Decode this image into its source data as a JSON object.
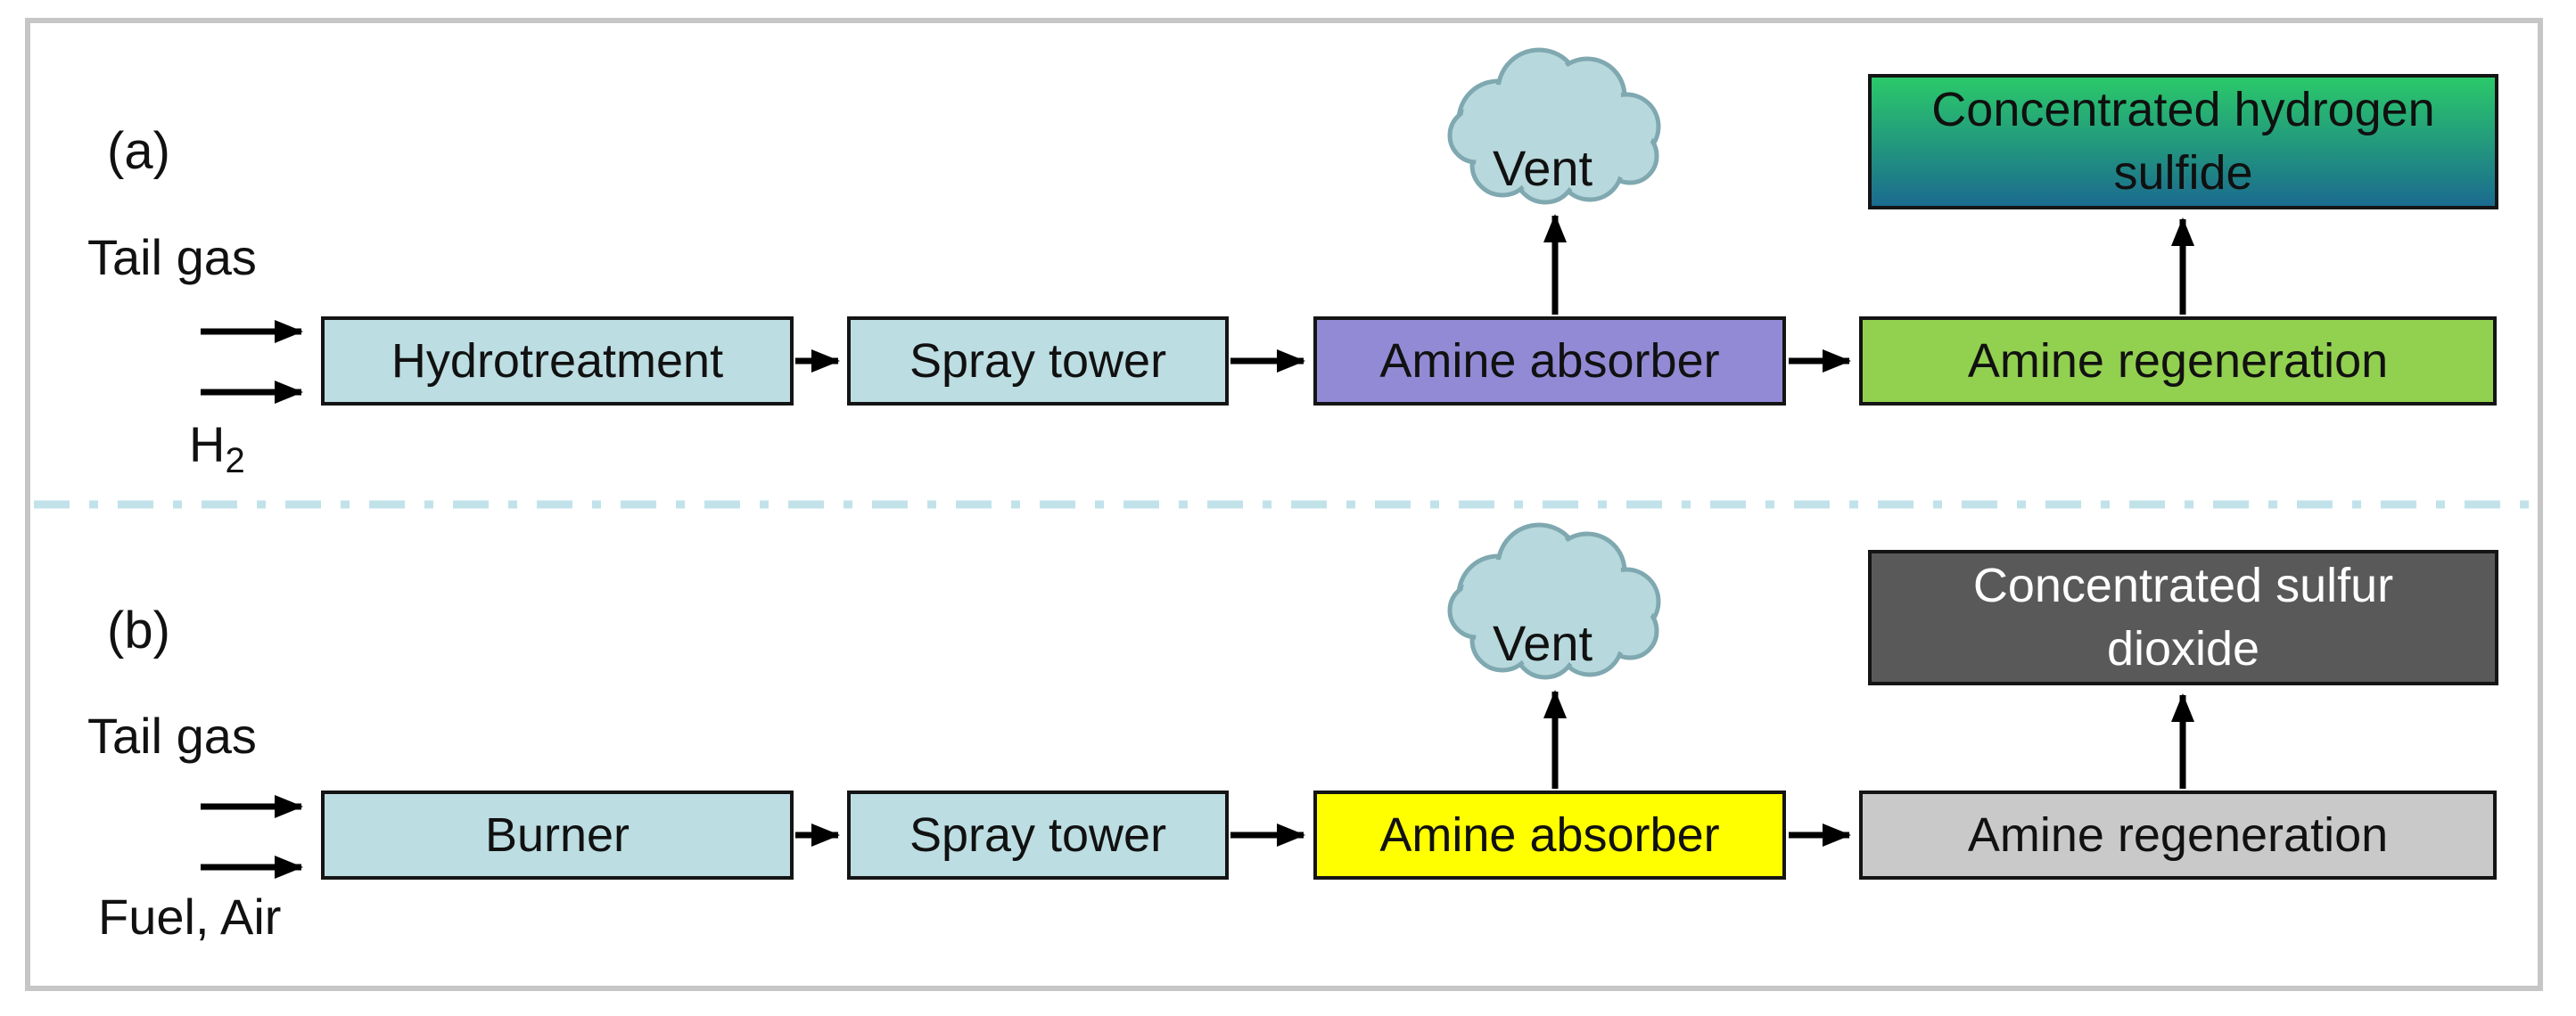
{
  "panel_a": {
    "label": "(a)",
    "input_top": "Tail gas",
    "input_bottom_base": "H",
    "input_bottom_sub": "2",
    "boxes": {
      "step1": "Hydrotreatment",
      "step2": "Spray tower",
      "step3": "Amine absorber",
      "step4": "Amine regeneration"
    },
    "vent": "Vent",
    "product_line1": "Concentrated hydrogen",
    "product_line2": "sulfide"
  },
  "panel_b": {
    "label": "(b)",
    "input_top": "Tail gas",
    "input_bottom": "Fuel, Air",
    "boxes": {
      "step1": "Burner",
      "step2": "Spray tower",
      "step3": "Amine absorber",
      "step4": "Amine regeneration"
    },
    "vent": "Vent",
    "product_line1": "Concentrated sulfur",
    "product_line2": "dioxide"
  },
  "colors": {
    "process_box_blue": "#BCDDE2",
    "absorber_purple": "#928AD4",
    "regeneration_green": "#92D050",
    "absorber_yellow": "#FFFF00",
    "regeneration_gray": "#C9C9C9",
    "product_dark_gray": "#595959",
    "product_gradient_top": "#2BC96A",
    "product_gradient_bottom": "#1B6B8F",
    "cloud_fill": "#B7D8DC",
    "cloud_outline": "#7FA8B0",
    "divider_cyan": "#C2E2EA",
    "frame_gray": "#C6C6C6",
    "arrow_black": "#000000"
  }
}
